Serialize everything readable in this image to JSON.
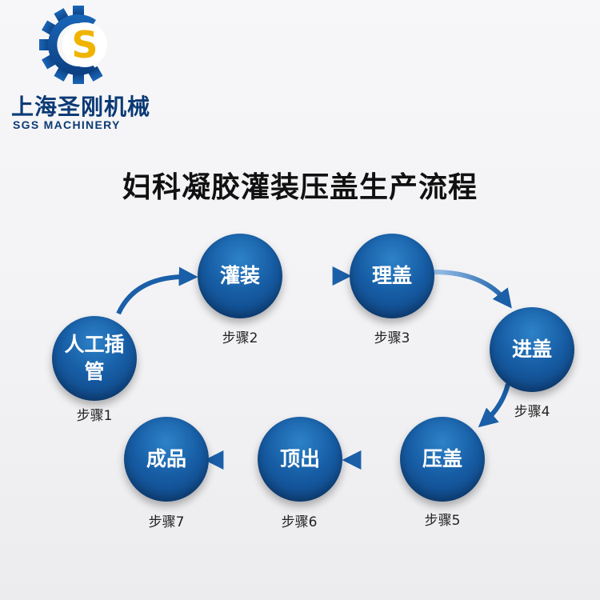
{
  "logo": {
    "letter": "S",
    "company_cn": "上海圣刚机械",
    "company_en": "SGS MACHINERY"
  },
  "title": "妇科凝胶灌装压盖生产流程",
  "steps": [
    {
      "label": "人工插管",
      "step": "步骤1"
    },
    {
      "label": "灌装",
      "step": "步骤2"
    },
    {
      "label": "理盖",
      "step": "步骤3"
    },
    {
      "label": "进盖",
      "step": "步骤4"
    },
    {
      "label": "压盖",
      "step": "步骤5"
    },
    {
      "label": "顶出",
      "step": "步骤6"
    },
    {
      "label": "成品",
      "step": "步骤7"
    }
  ],
  "colors": {
    "node_blue": "#175ea6",
    "arrow_blue": "#1a5fa8",
    "gear_blue": "#0e4f9a",
    "logo_gold": "#f0b400",
    "brand_text": "#0b3a75"
  }
}
